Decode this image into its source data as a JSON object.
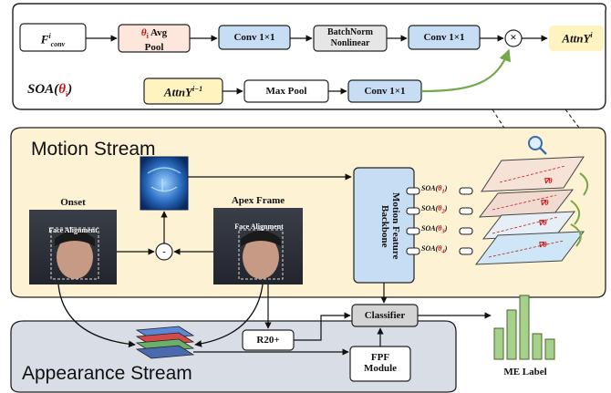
{
  "top_module": {
    "input": {
      "base": "F",
      "sup": "i",
      "sub": "conv"
    },
    "avg_pool": {
      "theta": "θ",
      "theta_sub": "i",
      "line1": "Avg",
      "line2": "Pool"
    },
    "conv1": "Conv 1×1",
    "batchnorm": {
      "line1": "BatchNorm",
      "line2": "Nonlinear"
    },
    "conv2": "Conv 1×1",
    "multiply": "×",
    "output": {
      "base": "AttnY",
      "sup": "i"
    },
    "soa": {
      "name": "SOA(",
      "theta": "θ",
      "sub": "i",
      "close": ")"
    },
    "prev_attn": {
      "base": "AttnY",
      "sup": "i−1"
    },
    "max_pool": "Max Pool",
    "conv3": "Conv 1×1"
  },
  "motion_stream": {
    "title": "Motion Stream",
    "onset": "Onset",
    "apex": "Apex Frame",
    "face_alignment": "Face Alignment",
    "minus": "-",
    "backbone": "Motion Feature Backbone",
    "soa_labels": [
      {
        "name": "SOA(",
        "theta": "θ",
        "sub": "1",
        "close": ")"
      },
      {
        "name": "SOA(",
        "theta": "θ",
        "sub": "2",
        "close": ")"
      },
      {
        "name": "SOA(",
        "theta": "θ",
        "sub": "3",
        "close": ")"
      },
      {
        "name": "SOA(",
        "theta": "θ",
        "sub": "4",
        "close": ")"
      }
    ],
    "grad_label": "∇θ"
  },
  "appearance_stream": {
    "title": "Appearance Stream",
    "r20": "R20+",
    "fpf": {
      "line1": "FPF",
      "line2": "Module"
    }
  },
  "classifier": "Classifier",
  "me_label": "ME Label",
  "colors": {
    "cream": "#fdf2d4",
    "blue_box": "#c7ddf4",
    "pink_box": "#fde6dc",
    "yellow_box": "#fff4c0",
    "gray_box": "#d4d4d4",
    "green_arrow": "#74a84a",
    "green_bar": "#a8d08d"
  }
}
